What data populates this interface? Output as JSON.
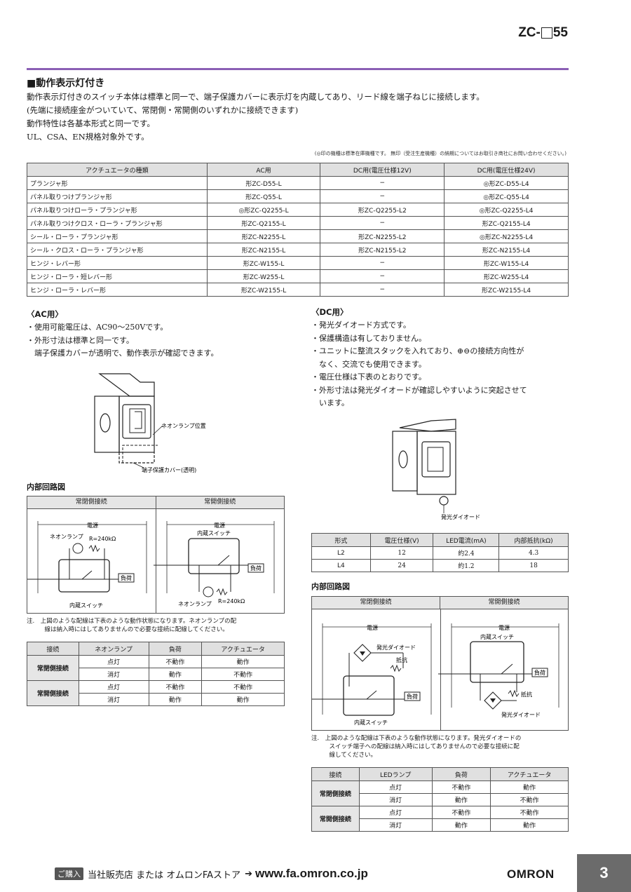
{
  "header": {
    "model_prefix": "ZC-",
    "model_suffix": "55"
  },
  "section": {
    "title": "■動作表示灯付き",
    "intro": [
      "動作表示灯付きのスイッチ本体は標準と同一で、端子保護カバーに表示灯を内蔵してあり、リード線を端子ねじに接続します。",
      "(先端に接続座金がついていて、常閉側・常開側のいずれかに接続できます)",
      "動作特性は各基本形式と同一です。",
      "UL、CSA、EN規格対象外です。"
    ],
    "stock_note": "(◎印の機種は標準在庫機種です。 無印（受注生産機種）の納期についてはお取引き商社にお問い合わせください。)"
  },
  "model_table": {
    "headers": [
      "アクチュエータの種類",
      "AC用",
      "DC用(電圧仕様12V)",
      "DC用(電圧仕様24V)"
    ],
    "rows": [
      [
        "プランジャ形",
        "形ZC-D55-L",
        "−",
        "◎形ZC-D55-L4"
      ],
      [
        "パネル取りつけプランジャ形",
        "形ZC-Q55-L",
        "−",
        "◎形ZC-Q55-L4"
      ],
      [
        "パネル取りつけローラ・プランジャ形",
        "◎形ZC-Q2255-L",
        "形ZC-Q2255-L2",
        "◎形ZC-Q2255-L4"
      ],
      [
        "パネル取りつけクロス・ローラ・プランジャ形",
        "形ZC-Q2155-L",
        "−",
        "形ZC-Q2155-L4"
      ],
      [
        "シール・ローラ・プランジャ形",
        "形ZC-N2255-L",
        "形ZC-N2255-L2",
        "◎形ZC-N2255-L4"
      ],
      [
        "シール・クロス・ローラ・プランジャ形",
        "形ZC-N2155-L",
        "形ZC-N2155-L2",
        "形ZC-N2155-L4"
      ],
      [
        "ヒンジ・レバー形",
        "形ZC-W155-L",
        "−",
        "形ZC-W155-L4"
      ],
      [
        "ヒンジ・ローラ・短レバー形",
        "形ZC-W255-L",
        "−",
        "形ZC-W255-L4"
      ],
      [
        "ヒンジ・ローラ・レバー形",
        "形ZC-W2155-L",
        "−",
        "形ZC-W2155-L4"
      ]
    ]
  },
  "ac": {
    "title": "〈AC用〉",
    "bullets": [
      "・使用可能電圧は、AC90～250Vです。",
      "・外形寸法は標準と同一です。",
      "　端子保護カバーが透明で、動作表示が確認できます。"
    ],
    "fig_labels": {
      "lamp_pos": "ネオンランプ位置",
      "cover": "端子保護カバー(透明)"
    },
    "circuit_title": "内部回路図",
    "circuit_headers": [
      "常閉側接続",
      "常開側接続"
    ],
    "circuit_labels": {
      "power": "電源",
      "neon": "ネオンランプ",
      "res": "R=240kΩ",
      "load": "負荷",
      "switch": "内蔵スイッチ"
    },
    "note": [
      "注.　上図のような配線は下表のような動作状態になります。ネオンランプの配",
      "　　　線は納入時にはしてありませんので必要な接続に配線してください。"
    ],
    "state_table": {
      "headers": [
        "接続",
        "ネオンランプ",
        "負荷",
        "アクチュエータ"
      ],
      "groups": [
        {
          "name": "常閉側接続",
          "rows": [
            [
              "点灯",
              "不動作",
              "動作"
            ],
            [
              "消灯",
              "動作",
              "不動作"
            ]
          ]
        },
        {
          "name": "常開側接続",
          "rows": [
            [
              "点灯",
              "不動作",
              "不動作"
            ],
            [
              "消灯",
              "動作",
              "動作"
            ]
          ]
        }
      ]
    }
  },
  "dc": {
    "title": "〈DC用〉",
    "bullets": [
      "・発光ダイオード方式です。",
      "・保護構造は有しておりません。",
      "・ユニットに整流スタックを入れており、⊕⊖の接続方向性が",
      "　なく、交流でも使用できます。",
      "・電圧仕様は下表のとおりです。",
      "・外形寸法は発光ダイオードが確認しやすいように突起させて",
      "　います。"
    ],
    "fig_label": "発光ダイオード",
    "spec_table": {
      "headers": [
        "形式",
        "電圧仕様(V)",
        "LED電流(mA)",
        "内部抵抗(kΩ)"
      ],
      "rows": [
        [
          "L2",
          "12",
          "約2.4",
          "4.3"
        ],
        [
          "L4",
          "24",
          "約1.2",
          "18"
        ]
      ]
    },
    "circuit_title": "内部回路図",
    "circuit_headers": [
      "常閉側接続",
      "常開側接続"
    ],
    "circuit_labels": {
      "power": "電源",
      "led": "発光ダイオード",
      "res": "抵抗",
      "load": "負荷",
      "switch": "内蔵スイッチ"
    },
    "note": [
      "注.　上図のような配線は下表のような動作状態になります。発光ダイオードの",
      "　　　スイッチ端子への配線は納入時にはしてありませんので必要な接続に配",
      "　　　線してください。"
    ],
    "state_table": {
      "headers": [
        "接続",
        "LEDランプ",
        "負荷",
        "アクチュエータ"
      ],
      "groups": [
        {
          "name": "常閉側接続",
          "rows": [
            [
              "点灯",
              "不動作",
              "動作"
            ],
            [
              "消灯",
              "動作",
              "不動作"
            ]
          ]
        },
        {
          "name": "常開側接続",
          "rows": [
            [
              "点灯",
              "不動作",
              "不動作"
            ],
            [
              "消灯",
              "動作",
              "動作"
            ]
          ]
        }
      ]
    }
  },
  "footer": {
    "badge": "ご購入",
    "text": "当社販売店 または オムロンFAストア",
    "arrow": "➔",
    "url": "www.fa.omron.co.jp",
    "brand": "OMRON",
    "page": "3"
  }
}
